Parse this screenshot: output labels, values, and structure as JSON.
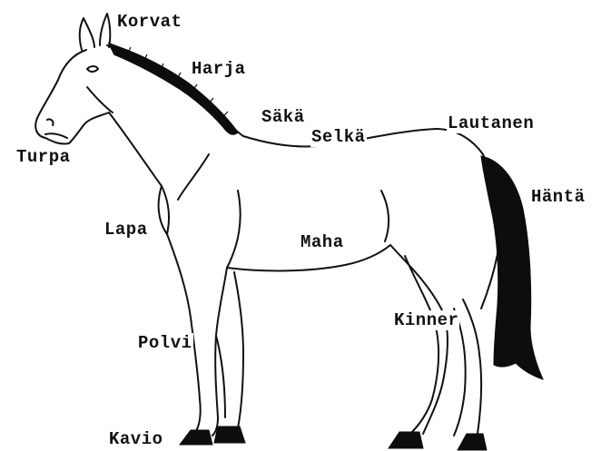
{
  "diagram": {
    "labels": {
      "korvat": "Korvat",
      "harja": "Harja",
      "sakä": "Säkä",
      "selka": "Selkä",
      "lautanen": "Lautanen",
      "turpa": "Turpa",
      "hanta": "Häntä",
      "lapa": "Lapa",
      "maha": "Maha",
      "kinner": "Kinner",
      "polvi": "Polvi",
      "kavio": "Kavio"
    }
  },
  "colors": {
    "line": "#111111",
    "background": "#ffffff",
    "fill_dark": "#0d0d0d"
  }
}
